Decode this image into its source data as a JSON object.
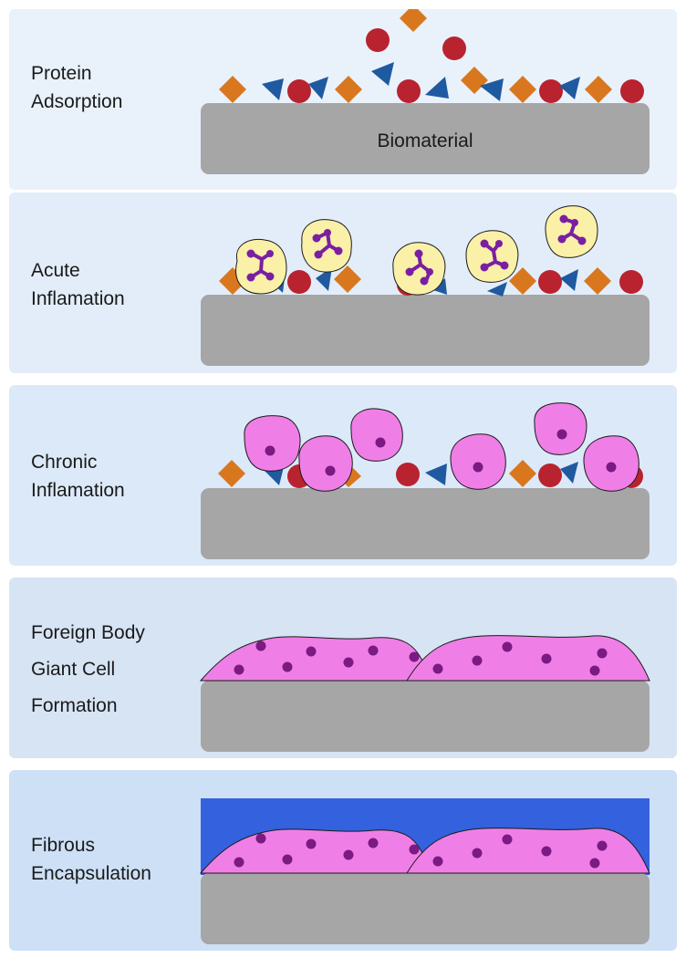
{
  "panels": [
    {
      "id": "protein",
      "label": "Protein\nAdsorption",
      "bg": "#e9f1fb"
    },
    {
      "id": "acute",
      "label": "Acute\nInflamation",
      "bg": "#e2edf9"
    },
    {
      "id": "chronic",
      "label": "Chronic\nInflamation",
      "bg": "#dce9f8"
    },
    {
      "id": "fbgc",
      "label": "Foreign Body\nGiant Cell\nFormation",
      "bg": "#d6e4f4"
    },
    {
      "id": "fibrous",
      "label": "Fibrous\nEncapsulation",
      "bg": "#cde0f6"
    }
  ],
  "substrate_label": "Biomaterial",
  "colors": {
    "substrate": "#a6a6a6",
    "protein_circle": "#b8232f",
    "protein_diamond": "#d9771f",
    "protein_triangle": "#1f5aa0",
    "neutrophil_body": "#faf0a8",
    "neutrophil_nucleus": "#7a1fa2",
    "macrophage": "#ef7fe6",
    "cell_nucleus": "#7a1a82",
    "fibrous_capsule": "#3461de"
  }
}
